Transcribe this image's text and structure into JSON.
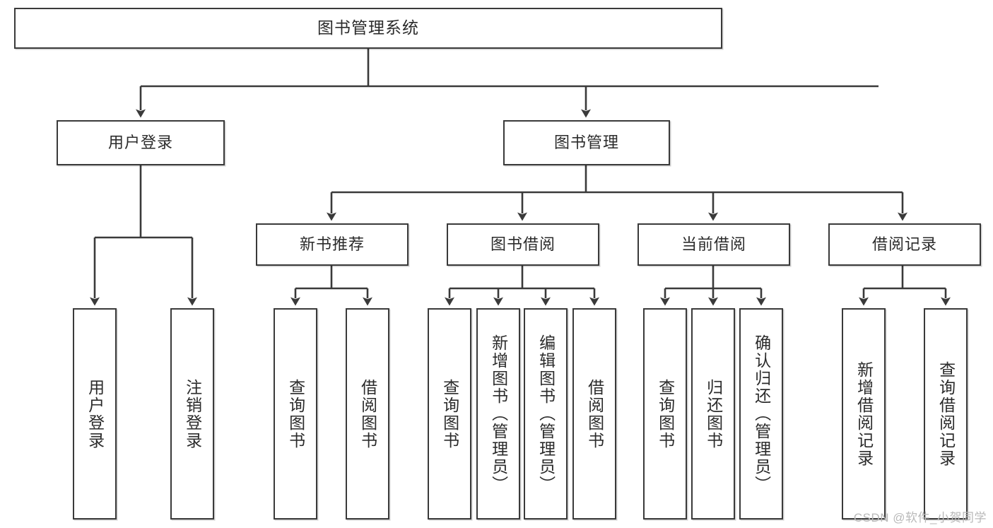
{
  "diagram": {
    "type": "tree",
    "title": "图书管理系统",
    "orientation": "top-down",
    "line_color": "#3a3a3a",
    "box_fill": "#ffffff",
    "text_color": "#2b2b2b",
    "levels": {
      "root": {
        "label": "图书管理系统"
      },
      "level2": [
        {
          "label": "用户登录"
        },
        {
          "label": "图书管理"
        }
      ],
      "level3": [
        {
          "label": "新书推荐"
        },
        {
          "label": "图书借阅"
        },
        {
          "label": "当前借阅"
        },
        {
          "label": "借阅记录"
        }
      ],
      "leaves_user_login": [
        {
          "label": "用户登录"
        },
        {
          "label": "注销登录"
        }
      ],
      "leaves_new_book": [
        {
          "label": "查询图书"
        },
        {
          "label": "借阅图书"
        }
      ],
      "leaves_borrow": [
        {
          "label": "查询图书"
        },
        {
          "label": "新增图书（管理员）"
        },
        {
          "label": "编辑图书（管理员）"
        },
        {
          "label": "借阅图书"
        }
      ],
      "leaves_current": [
        {
          "label": "查询图书"
        },
        {
          "label": "归还图书"
        },
        {
          "label": "确认归还（管理员）"
        }
      ],
      "leaves_record": [
        {
          "label": "新增借阅记录"
        },
        {
          "label": "查询借阅记录"
        }
      ]
    }
  },
  "watermark": {
    "text": "CSDN @软件_小贺同学"
  }
}
